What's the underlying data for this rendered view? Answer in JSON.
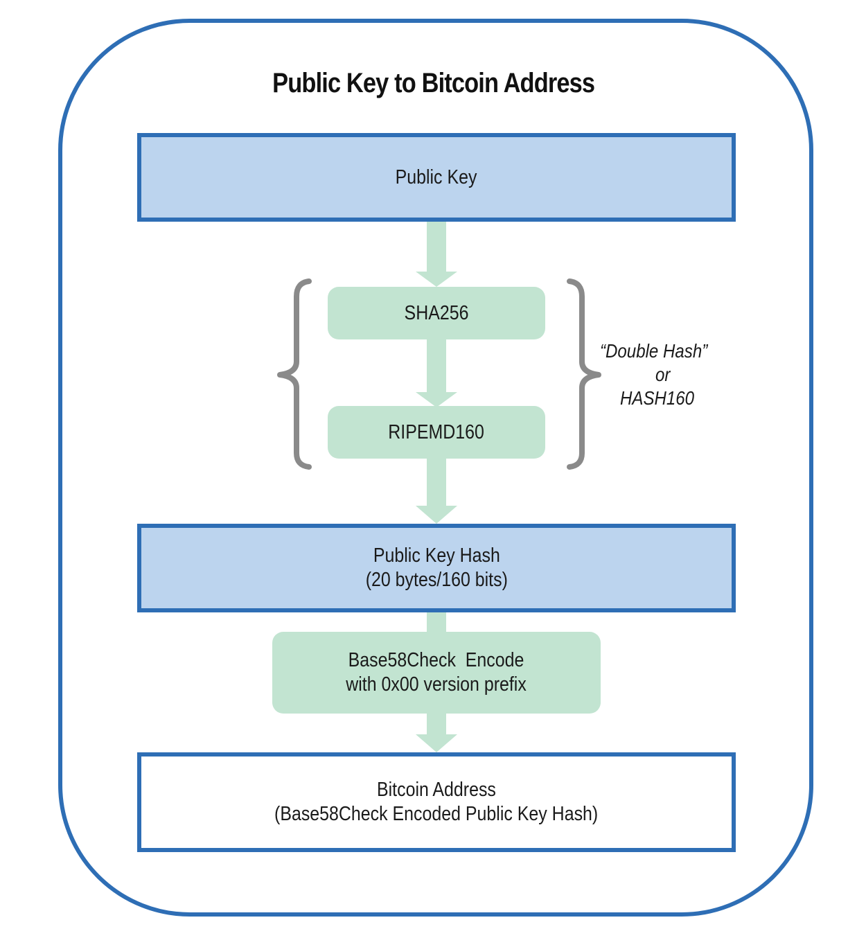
{
  "diagram": {
    "title": "Public Key to Bitcoin Address",
    "public_key": "Public Key",
    "sha256": "SHA256",
    "ripemd160": "RIPEMD160",
    "public_key_hash": {
      "line1": "Public Key Hash",
      "line2": "(20 bytes/160 bits)"
    },
    "base58check": {
      "line1": "Base58Check  Encode",
      "line2": "with 0x00 version prefix"
    },
    "bitcoin_address": {
      "line1": "Bitcoin Address",
      "line2": "(Base58Check Encoded Public Key Hash)"
    },
    "double_hash_note": {
      "line1": "“Double Hash”",
      "line2": "or",
      "line3": "HASH160"
    }
  },
  "colors": {
    "frame_border": "#2e6eb5",
    "blue_box_fill": "#bcd4ee",
    "green_box_fill": "#c2e4d1",
    "arrow": "#c2e4d1",
    "brace": "#8a8a8a"
  }
}
